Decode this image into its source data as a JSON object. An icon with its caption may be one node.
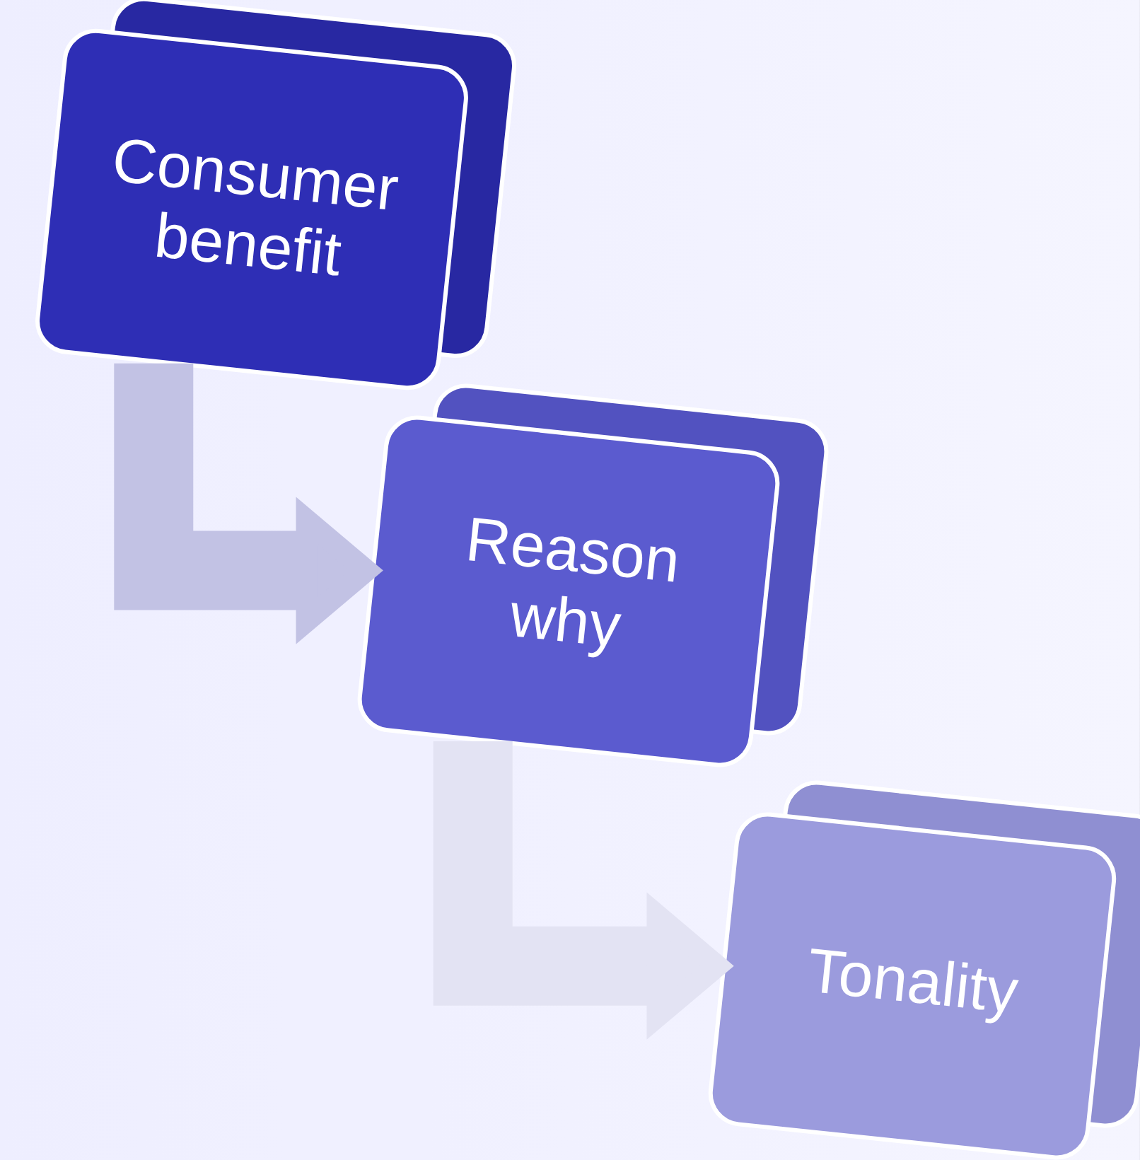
{
  "diagram": {
    "nodes": [
      {
        "text": [
          "Consumer benefit"
        ]
      },
      {
        "text": [
          "Reason why"
        ]
      },
      {
        "text": [
          "Tonality"
        ]
      }
    ],
    "edges": [
      {
        "from": 0,
        "to": 1,
        "arrow": "to",
        "color": "#c2c2e4"
      },
      {
        "from": 1,
        "to": 2,
        "arrow": "to",
        "color": "#e3e3f3"
      }
    ]
  }
}
